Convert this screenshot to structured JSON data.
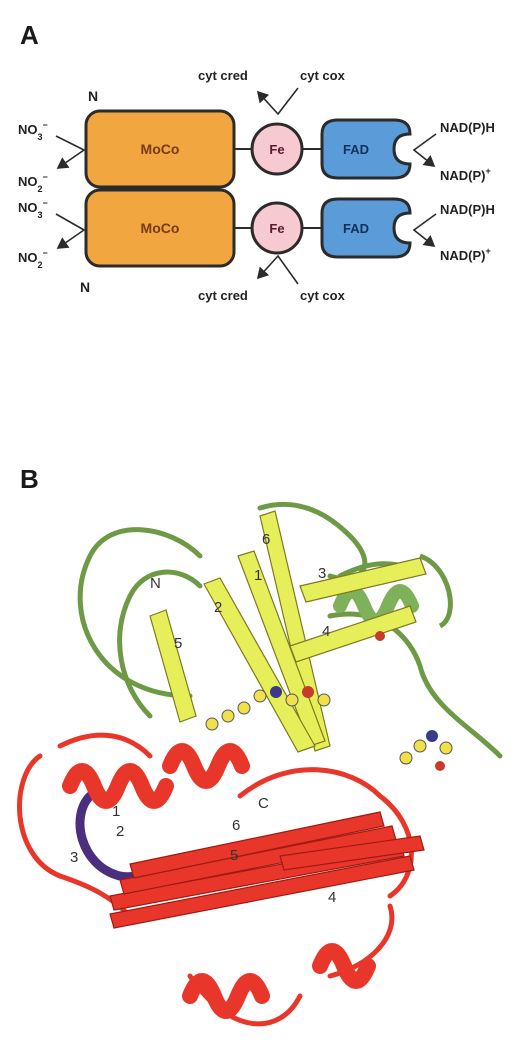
{
  "panel_a": {
    "label": "A",
    "rows": [
      {
        "n_label": "N",
        "mo_label": "MoCo",
        "fe_label": "Fe",
        "fad_label": "FAD",
        "no3": "NO",
        "no3_sub": "3",
        "no3_sup": "−",
        "no2": "NO",
        "no2_sub": "2",
        "no2_sup": "−",
        "cyt_red": "cyt cred",
        "cyt_ox": "cyt cox",
        "nadph": "NAD(P)H",
        "nadp": "NAD(P)",
        "nadp_sup": "+"
      },
      {
        "n_label": "N",
        "mo_label": "MoCo",
        "fe_label": "Fe",
        "fad_label": "FAD",
        "no3": "NO",
        "no3_sub": "3",
        "no3_sup": "−",
        "no2": "NO",
        "no2_sub": "2",
        "no2_sup": "−",
        "cyt_red": "cyt cred",
        "cyt_ox": "cyt cox",
        "nadph": "NAD(P)H",
        "nadp": "NAD(P)",
        "nadp_sup": "+"
      }
    ],
    "colors": {
      "moco": "#f2a640",
      "fe": "#f7c9d0",
      "fad": "#5b9bd8",
      "outline": "#2b2b2b"
    }
  },
  "panel_b": {
    "label": "B",
    "top_domain": {
      "strand_labels": [
        "6",
        "1",
        "2",
        "3",
        "4",
        "5"
      ],
      "n_label": "N",
      "colors": {
        "sheet": "#e6ef5a",
        "loop": "#6e9a45",
        "helix": "#7fb05a"
      }
    },
    "bottom_domain": {
      "strand_labels": [
        "1",
        "2",
        "3",
        "4",
        "5",
        "6"
      ],
      "c_label": "C",
      "colors": {
        "main": "#e8372a",
        "dark": "#b81f16",
        "purple": "#4b2e7e"
      }
    }
  }
}
